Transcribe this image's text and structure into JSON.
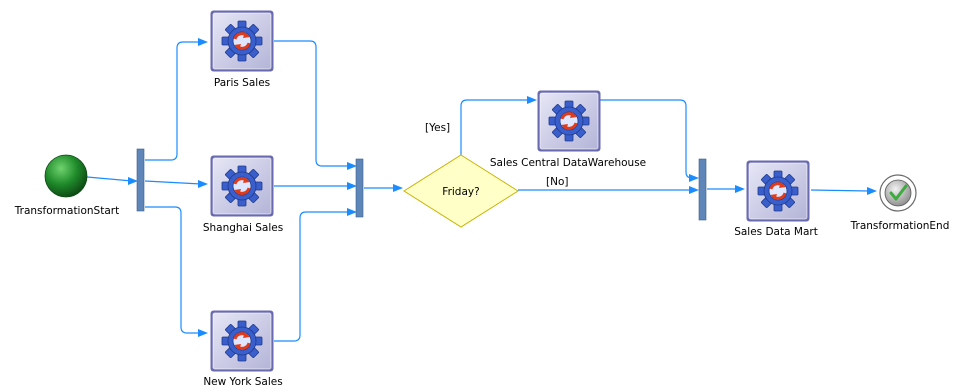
{
  "diagram": {
    "start": {
      "label": "TransformationStart"
    },
    "end": {
      "label": "TransformationEnd"
    },
    "activities": [
      {
        "id": "paris",
        "label": "Paris Sales",
        "icon": "gear-sync-icon"
      },
      {
        "id": "shanghai",
        "label": "Shanghai Sales",
        "icon": "gear-sync-icon"
      },
      {
        "id": "newyork",
        "label": "New York Sales",
        "icon": "gear-sync-icon"
      },
      {
        "id": "central",
        "label": "Sales Central DataWarehouse",
        "icon": "gear-sync-icon"
      },
      {
        "id": "mart",
        "label": "Sales Data Mart",
        "icon": "gear-sync-icon"
      }
    ],
    "decision": {
      "label": "Friday?"
    },
    "guards": {
      "yes": "[Yes]",
      "no": "[No]"
    },
    "colors": {
      "connector": "#1a8cff",
      "sync_bar": "#5f86b8",
      "decision_fill": "#ffffc8",
      "decision_stroke": "#c8b400",
      "activity_frame": "#6a6ab0",
      "gear": "#3a5fcc",
      "sync_arrows": "#e03c1c",
      "start_node": "#1f8a2a",
      "end_node": "#3faa3f"
    }
  }
}
